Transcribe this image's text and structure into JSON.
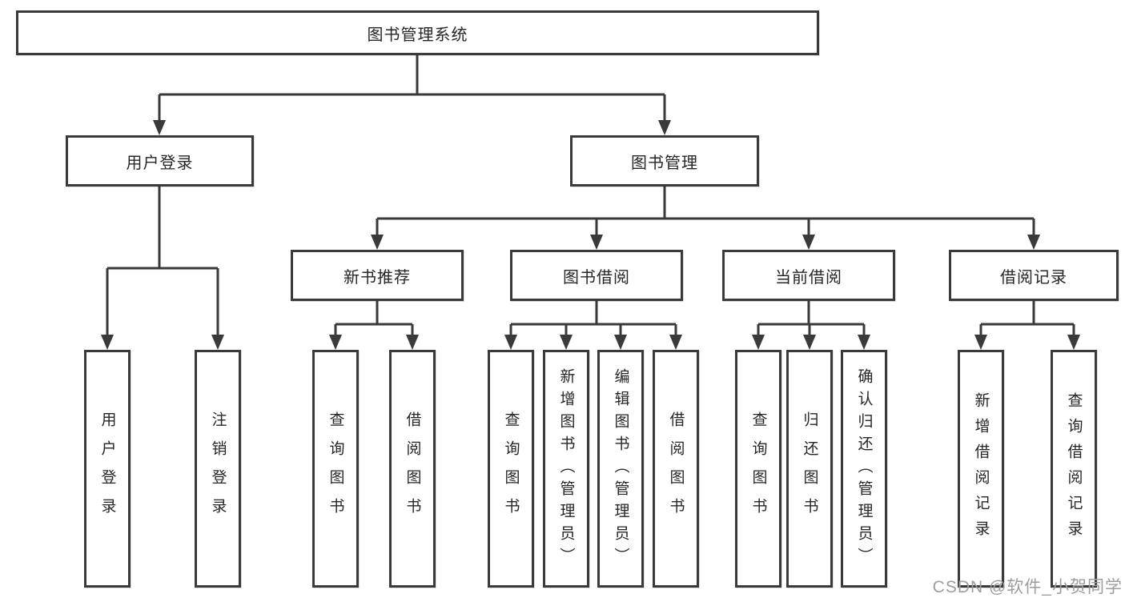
{
  "title": {
    "label": "图书管理系统"
  },
  "level2": [
    {
      "label": "用户登录"
    },
    {
      "label": "图书管理"
    }
  ],
  "level3": [
    {
      "label": "新书推荐"
    },
    {
      "label": "图书借阅"
    },
    {
      "label": "当前借阅"
    },
    {
      "label": "借阅记录"
    }
  ],
  "leaves": {
    "login": [
      {
        "label": "用户登录"
      },
      {
        "label": "注销登录"
      }
    ],
    "recommend": [
      {
        "label": "查询图书"
      },
      {
        "label": "借阅图书"
      }
    ],
    "borrow": [
      {
        "label": "查询图书"
      },
      {
        "label": "新增图书（管理员）"
      },
      {
        "label": "编辑图书（管理员）"
      },
      {
        "label": "借阅图书"
      }
    ],
    "current": [
      {
        "label": "查询图书"
      },
      {
        "label": "归还图书"
      },
      {
        "label": "确认归还（管理员）"
      }
    ],
    "records": [
      {
        "label": "新增借阅记录"
      },
      {
        "label": "查询借阅记录"
      }
    ]
  },
  "watermark": {
    "text": "CSDN @软件_小贺同学",
    "color": "#9e9e9e"
  },
  "colors": {
    "line": "#3a3a3a",
    "box_border": "#3a3a3a",
    "text": "#262626",
    "background": "#ffffff"
  }
}
